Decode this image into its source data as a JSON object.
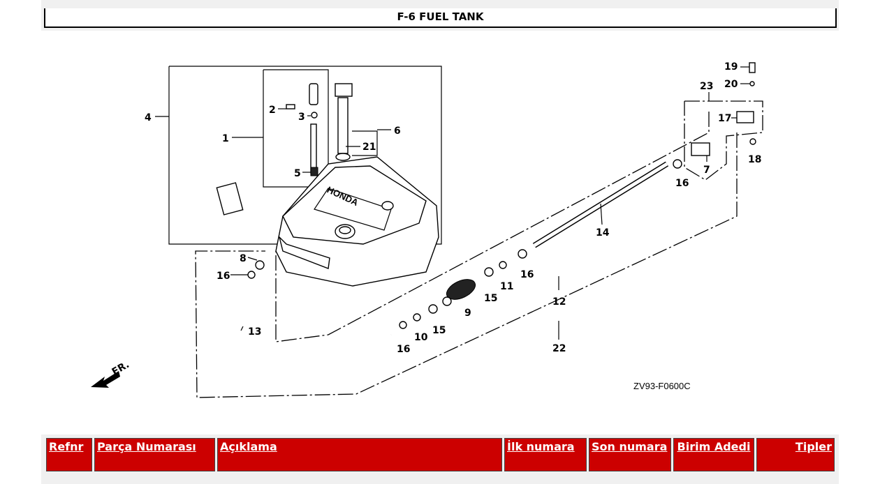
{
  "header": {
    "title": "F-6 FUEL TANK"
  },
  "diagram": {
    "code": "ZV93-F0600C",
    "front_label": "FR.",
    "callouts": [
      "1",
      "2",
      "3",
      "4",
      "5",
      "6",
      "7",
      "8",
      "9",
      "10",
      "11",
      "12",
      "13",
      "14",
      "15",
      "16",
      "17",
      "18",
      "19",
      "20",
      "21",
      "22",
      "23"
    ],
    "brand": "HONDA"
  },
  "table": {
    "headers": {
      "ref": "Refnr",
      "part_number": "Parça Numarası",
      "description": "Açıklama",
      "first_number": "İlk numara",
      "last_number": "Son numara",
      "unit_qty": "Birim Adedi",
      "types": "Tipler"
    }
  }
}
